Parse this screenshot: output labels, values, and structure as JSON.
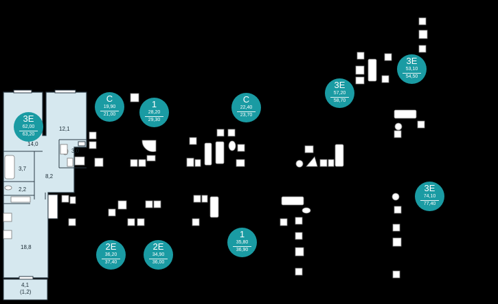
{
  "rooms": [
    {
      "id": "r1",
      "label": "12,1"
    },
    {
      "id": "r2",
      "label": "14,0"
    },
    {
      "id": "r3",
      "label": "3,0"
    },
    {
      "id": "r4",
      "label": "3,7"
    },
    {
      "id": "r5",
      "label": "8,2"
    },
    {
      "id": "r6",
      "label": "2,2"
    },
    {
      "id": "r7",
      "label": "18,8"
    },
    {
      "id": "r8",
      "label": "4,1"
    },
    {
      "id": "r9",
      "label": "(1,2)"
    }
  ],
  "apartments": [
    {
      "id": "a1",
      "type": "3E",
      "area_top": "62,00",
      "area_bottom": "63,20"
    },
    {
      "id": "a2",
      "type": "С",
      "area_top": "19,90",
      "area_bottom": "21,00"
    },
    {
      "id": "a3",
      "type": "1",
      "area_top": "28,20",
      "area_bottom": "29,30"
    },
    {
      "id": "a4",
      "type": "С",
      "area_top": "22,40",
      "area_bottom": "23,70"
    },
    {
      "id": "a5",
      "type": "3E",
      "area_top": "57,20",
      "area_bottom": "58,70"
    },
    {
      "id": "a6",
      "type": "3E",
      "area_top": "53,10",
      "area_bottom": "54,50"
    },
    {
      "id": "a7",
      "type": "3E",
      "area_top": "74,10",
      "area_bottom": "77,40"
    },
    {
      "id": "a8",
      "type": "1",
      "area_top": "35,80",
      "area_bottom": "36,90"
    },
    {
      "id": "a9",
      "type": "2E",
      "area_top": "36,20",
      "area_bottom": "37,40"
    },
    {
      "id": "a10",
      "type": "2E",
      "area_top": "34,90",
      "area_bottom": "36,00"
    }
  ],
  "colors": {
    "background": "#000000",
    "highlight": "#d6e8ef",
    "badge": "#1a9ba3",
    "wall": "#2b3a44"
  }
}
